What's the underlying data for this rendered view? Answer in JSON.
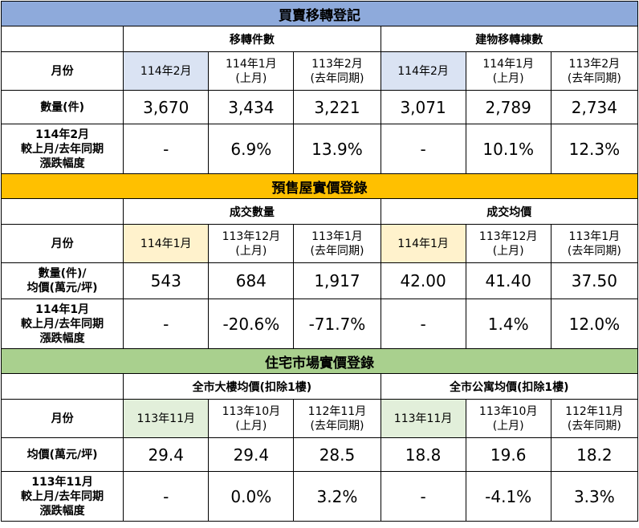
{
  "section1": {
    "title": "買賣移轉登記",
    "group_left": "移轉件數",
    "group_right": "建物移轉棟數",
    "month_label": "月份",
    "left_months": [
      "114年2月",
      [
        "114年1月",
        "(上月)"
      ],
      [
        "113年2月",
        "(去年同期)"
      ]
    ],
    "right_months": [
      "114年2月",
      [
        "114年1月",
        "(上月)"
      ],
      [
        "113年2月",
        "(去年同期)"
      ]
    ],
    "value_label": "數量(件)",
    "values": [
      "3,670",
      "3,434",
      "3,221",
      "3,071",
      "2,789",
      "2,734"
    ],
    "change_label": [
      "114年2月",
      "較上月/去年同期",
      "漲跌幅度"
    ],
    "changes": [
      "-",
      "6.9%",
      "13.9%",
      "-",
      "10.1%",
      "12.3%"
    ]
  },
  "section2": {
    "title": "預售屋實價登錄",
    "group_left": "成交數量",
    "group_right": "成交均價",
    "month_label": "月份",
    "left_months": [
      "114年1月",
      [
        "113年12月",
        "(上月)"
      ],
      [
        "113年1月",
        "(去年同期)"
      ]
    ],
    "right_months": [
      "114年1月",
      [
        "113年12月",
        "(上月)"
      ],
      [
        "113年1月",
        "(去年同期)"
      ]
    ],
    "value_label": [
      "數量(件)/",
      "均價(萬元/坪)"
    ],
    "values": [
      "543",
      "684",
      "1,917",
      "42.00",
      "41.40",
      "37.50"
    ],
    "change_label": [
      "114年1月",
      "較上月/去年同期",
      "漲跌幅度"
    ],
    "changes": [
      "-",
      "-20.6%",
      "-71.7%",
      "-",
      "1.4%",
      "12.0%"
    ]
  },
  "section3": {
    "title": "住宅市場實價登錄",
    "group_left": "全市大樓均價(扣除1樓)",
    "group_right": "全市公寓均價(扣除1樓)",
    "month_label": "月份",
    "left_months": [
      "113年11月",
      [
        "113年10月",
        "(上月)"
      ],
      [
        "112年11月",
        "(去年同期)"
      ]
    ],
    "right_months": [
      "113年11月",
      [
        "113年10月",
        "(上月)"
      ],
      [
        "112年11月",
        "(去年同期)"
      ]
    ],
    "value_label": "均價(萬元/坪)",
    "values": [
      "29.4",
      "29.4",
      "28.5",
      "18.8",
      "19.6",
      "18.2"
    ],
    "change_label": [
      "113年11月",
      "較上月/去年同期",
      "漲跌幅度"
    ],
    "changes": [
      "-",
      "0.0%",
      "3.2%",
      "-",
      "-4.1%",
      "3.3%"
    ]
  },
  "colors": {
    "band1": "#8eaadb",
    "band2": "#ffc000",
    "band3": "#a9d08e",
    "hl1": "#dae3f3",
    "hl2": "#fff2cc",
    "hl3": "#e2efda"
  }
}
